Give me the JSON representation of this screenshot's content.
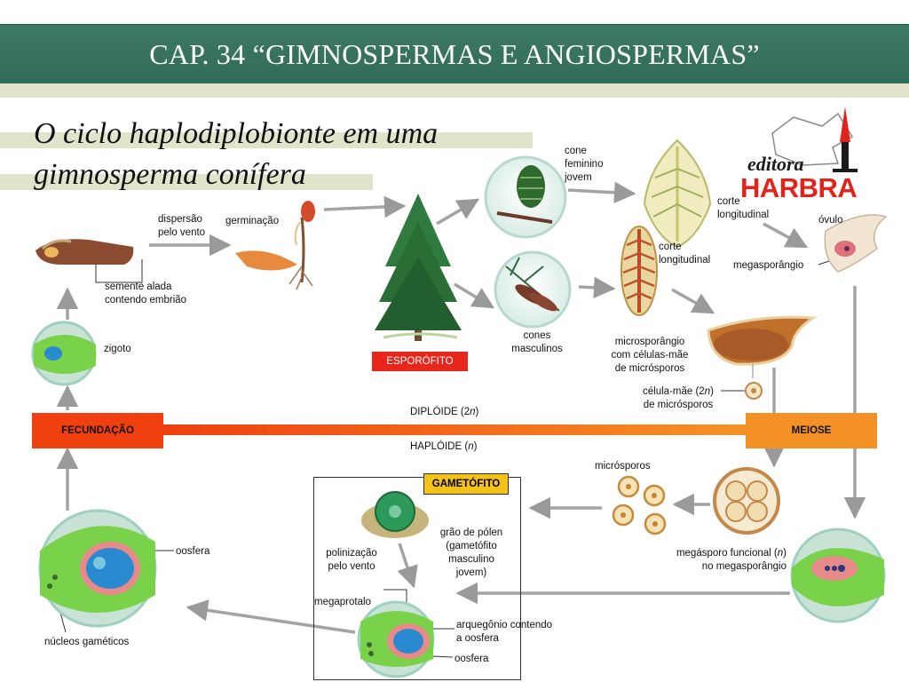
{
  "header": {
    "title": "CAP. 34 “GIMNOSPERMAS E ANGIOSPERMAS”"
  },
  "subtitle": {
    "line1": "O ciclo haplodiplobionte em uma",
    "line2": "gimnosperma conífera"
  },
  "logo": {
    "script": "editora",
    "name": "HARBRA"
  },
  "labels": {
    "semente": [
      "semente alada",
      "contendo embrião"
    ],
    "dispersao": [
      "dispersão",
      "pelo vento"
    ],
    "germinacao": "germinação",
    "zigoto": "zigoto",
    "esporofito": "ESPORÓFITO",
    "cone_feminino": [
      "cone",
      "feminino",
      "jovem"
    ],
    "corte_1": [
      "corte",
      "longitudinal"
    ],
    "ovulo": "óvulo",
    "corte_2": [
      "corte",
      "longitudinal"
    ],
    "megasporangio": "megasporângio",
    "cones_masculinos": [
      "cones",
      "masculinos"
    ],
    "microsporangio": [
      "microsporângio",
      "com células-mãe",
      "de micrósporos"
    ],
    "celula_mae_a": "célula-mãe (2",
    "celula_mae_n": "n",
    "celula_mae_b": ")",
    "celula_mae_2": "de micrósporos",
    "diploide_a": "DIPLÓIDE (2",
    "diploide_n": "n",
    "diploide_b": ")",
    "haploide_a": "HAPLÓIDE (",
    "haploide_n": "n",
    "haploide_b": ")",
    "fecundacao": "FECUNDAÇÃO",
    "meiose": "MEIOSE",
    "microsporos": "micrósporos",
    "gametofito": "GAMETÓFITO",
    "graos": [
      "grão de pólen",
      "(gametófito",
      "masculino",
      "jovem)"
    ],
    "polinizacao": [
      "polinização",
      "pelo vento"
    ],
    "megasporo_a": "megásporo funcional (",
    "megasporo_n": "n",
    "megasporo_b": ")",
    "megasporo_2": "no megasporângio",
    "megaprotalo": "megaprotalo",
    "arquegonio": [
      "arquegônio contendo",
      "a oosfera"
    ],
    "oosfera_1": "oosfera",
    "oosfera_2": "oosfera",
    "nucleos": "núcleos gaméticos"
  },
  "colors": {
    "title_bar": "#2f6b56",
    "stripe": "#e1e3cb",
    "fecundacao": "#f0400f",
    "meiose": "#f49227",
    "esporofito": "#e8261c",
    "gametofito": "#f5c21a",
    "harbra_red": "#e0241b"
  }
}
